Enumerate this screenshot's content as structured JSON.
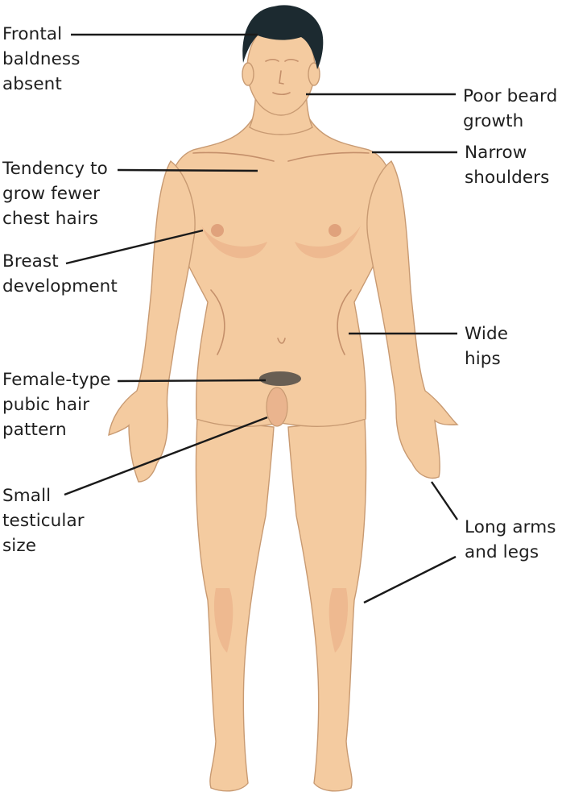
{
  "labels": {
    "frontal_baldness": "Frontal\nbaldness\nabsent",
    "poor_beard": "Poor beard\ngrowth",
    "narrow_shoulders": "Narrow\nshoulders",
    "chest_hair": "Tendency to\ngrow fewer\nchest hairs",
    "breast": "Breast\ndevelopment",
    "wide_hips": "Wide\nhips",
    "pubic_hair": "Female-type\npubic hair\npattern",
    "testicular": "Small\ntesticular\nsize",
    "long_limbs": "Long arms\nand legs"
  },
  "colors": {
    "skin": "#f4cba0",
    "skin_shadow": "#e9ab84",
    "hair": "#1c2a30",
    "leader_line": "#1a1a1a",
    "text": "#1f1f1f"
  }
}
